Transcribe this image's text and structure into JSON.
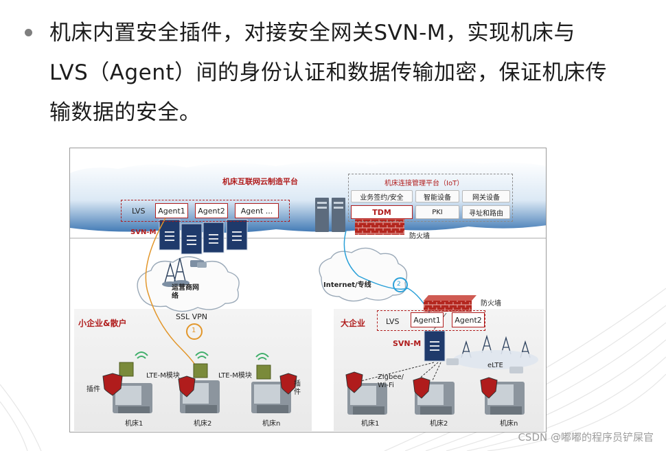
{
  "bullet": {
    "line1": "机床内置安全插件，对接安全网关SVN-M，实现机床与",
    "line2": "LVS（Agent）间的身份认证和数据传输加密，保证机床传",
    "line3": "输数据的安全。"
  },
  "diagram": {
    "cloud_platform_title": "机床互联网云制造平台",
    "top_lvs": "LVS",
    "top_agents": [
      "Agent1",
      "Agent2",
      "Agent ..."
    ],
    "top_svn_label": "SVN-M",
    "iot": {
      "title": "机床连接管理平台（IoT）",
      "cells": [
        "业务签约/安全",
        "智能设备",
        "网关设备",
        "TDM",
        "PKI",
        "寻址和路由"
      ]
    },
    "top_firewall_label": "防火墙",
    "carrier_net": "运营商网\n络",
    "internet": "Internet/专线",
    "small_enterprise": {
      "title": "小企业&散户",
      "ssl_vpn": "SSL VPN",
      "circle": "1",
      "plugin": "插件",
      "lte_module_1": "LTE-M模块",
      "lte_module_2": "LTE-M模块",
      "plugin_2": "插\n件",
      "machines": [
        "机床1",
        "机床2",
        "机床n"
      ]
    },
    "large_enterprise": {
      "title": "大企业",
      "lvs": "LVS",
      "agents": [
        "Agent1",
        "Agent2"
      ],
      "svn": "SVN-M",
      "firewall": "防火墙",
      "circle": "2",
      "zigbee": "Zigbee/\nWi-Fi",
      "elte": "eLTE",
      "machines": [
        "机床1",
        "机床2",
        "机床n"
      ]
    }
  },
  "watermark": "CSDN @嘟嘟的程序员铲屎官",
  "colors": {
    "accent_red": "#b01c1c",
    "svn_blue": "#1f3a6b",
    "text": "#1c1c1c"
  }
}
